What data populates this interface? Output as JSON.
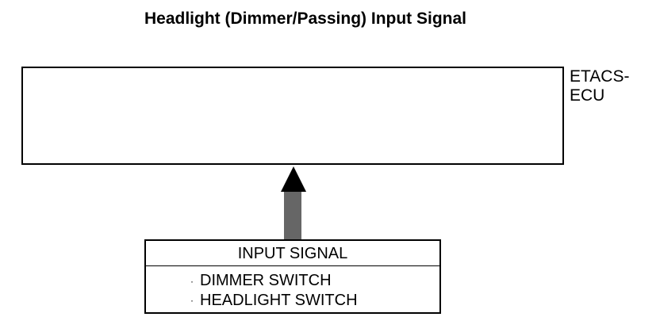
{
  "title": "Headlight (Dimmer/Passing) Input Signal",
  "ecu": {
    "label_line1": "ETACS-",
    "label_line2": "ECU"
  },
  "input": {
    "header": "INPUT SIGNAL",
    "bullet": "·",
    "items": [
      "DIMMER SWITCH",
      "HEADLIGHT SWITCH"
    ]
  },
  "icons": {
    "arrow": "arrow-up-icon"
  },
  "colors": {
    "line": "#000000",
    "background": "#ffffff"
  }
}
